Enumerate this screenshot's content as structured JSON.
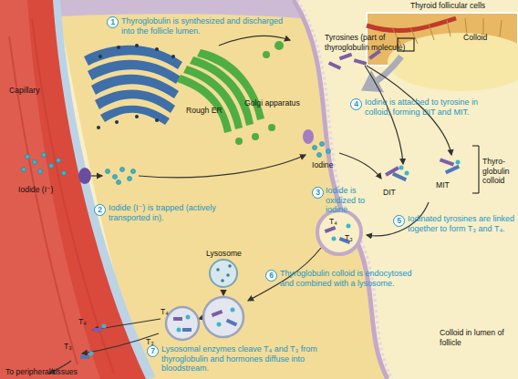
{
  "diagram": {
    "nodes": [
      {
        "text": [
          "1"
        ]
      },
      {
        "text": [
          "2"
        ]
      },
      {
        "text": [
          "3"
        ]
      },
      {
        "text": [
          "4"
        ]
      },
      {
        "text": [
          "5"
        ]
      },
      {
        "text": [
          "6"
        ]
      },
      {
        "text": [
          "7"
        ]
      }
    ],
    "labels": [
      "Thyroid follicular cells",
      "Colloid",
      "Thyroglobulin is synthesized and discharged into the follicle lumen.",
      "Tyrosines (part of thyroglobulin molecule)",
      "Capillary",
      "Golgi apparatus",
      "Rough ER",
      "Iodine is attached to tyrosine in colloid, forming DIT and MIT.",
      "Iodine",
      "Iodide (I⁻)",
      "Iodide (I⁻) is trapped (actively transported in).",
      "Iodide is oxidized to iodine.",
      "DIT",
      "MIT",
      "Thyro- globulin colloid",
      "T₄",
      "T₃",
      "Iodinated tyrosines are linked together to form T₃ and T₄.",
      "Lysosome",
      "T₄",
      "T₃",
      "Thyroglobulin colloid is endocytosed and combined with a lysosome.",
      "Lysosomal enzymes cleave T₄ and T₃ from thyroglobulin and hormones diffuse into bloodstream.",
      "T₄",
      "T₃",
      "Colloid in lumen of follicle",
      "To peripheral tissues"
    ]
  }
}
